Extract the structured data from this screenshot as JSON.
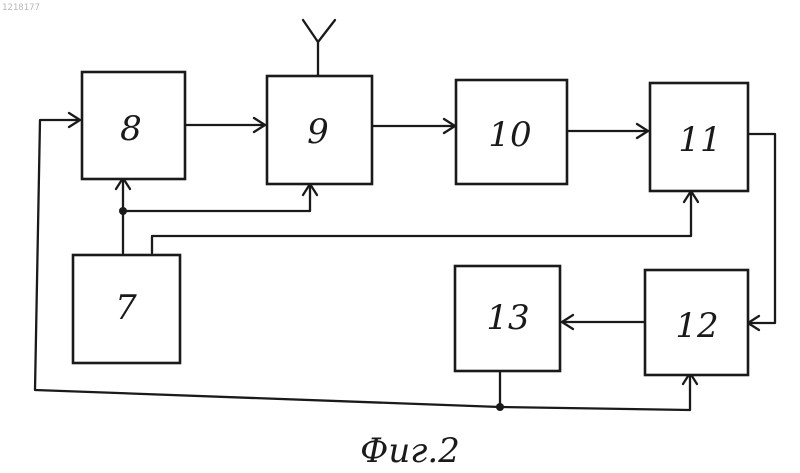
{
  "document_stamp": "1218177",
  "blocks": {
    "b7": "7",
    "b8": "8",
    "b9": "9",
    "b10": "10",
    "b11": "11",
    "b12": "12",
    "b13": "13"
  },
  "caption": "Фиг.2",
  "colors": {
    "ink": "#1a1a1a",
    "paper": "#ffffff"
  },
  "icons": {
    "antenna": "antenna-icon"
  }
}
